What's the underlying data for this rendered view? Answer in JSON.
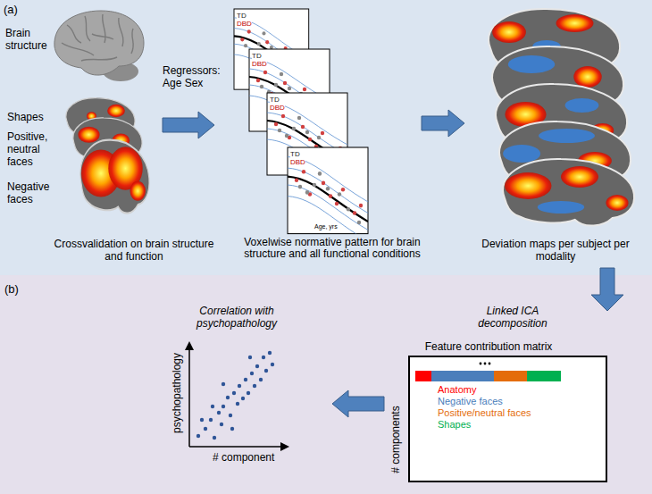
{
  "diagram": {
    "nodes": [
      {
        "text": [
          "(a)"
        ]
      },
      {
        "text": [
          "(b)"
        ]
      },
      {
        "text": [
          "Feature contribution matrix"
        ],
        "in": 1
      }
    ],
    "labels": [
      "Brain structure",
      "Shapes",
      "Positive, neutral faces",
      "Negative faces",
      "Regressors: Age Sex",
      "TD",
      "DBD",
      "TD",
      "DBD",
      "TD",
      "DBD",
      "TD",
      "DBD",
      "Age, yrs",
      "Crossvalidation on brain structure and function",
      "Voxelwise normative pattern for brain structure and all functional conditions",
      "Deviation maps per subject per modality",
      "Linked ICA decomposition",
      "# components",
      "Correlation with psychopathology",
      "psychopathology",
      "# component"
    ],
    "legend": [
      {
        "text": "Anatomy",
        "color": "#ff0000"
      },
      {
        "text": "Negative faces",
        "color": "#4a7ebb"
      },
      {
        "text": "Positive/neutral faces",
        "color": "#e46c0a"
      },
      {
        "text": "Shapes",
        "color": "#00b050"
      }
    ]
  }
}
